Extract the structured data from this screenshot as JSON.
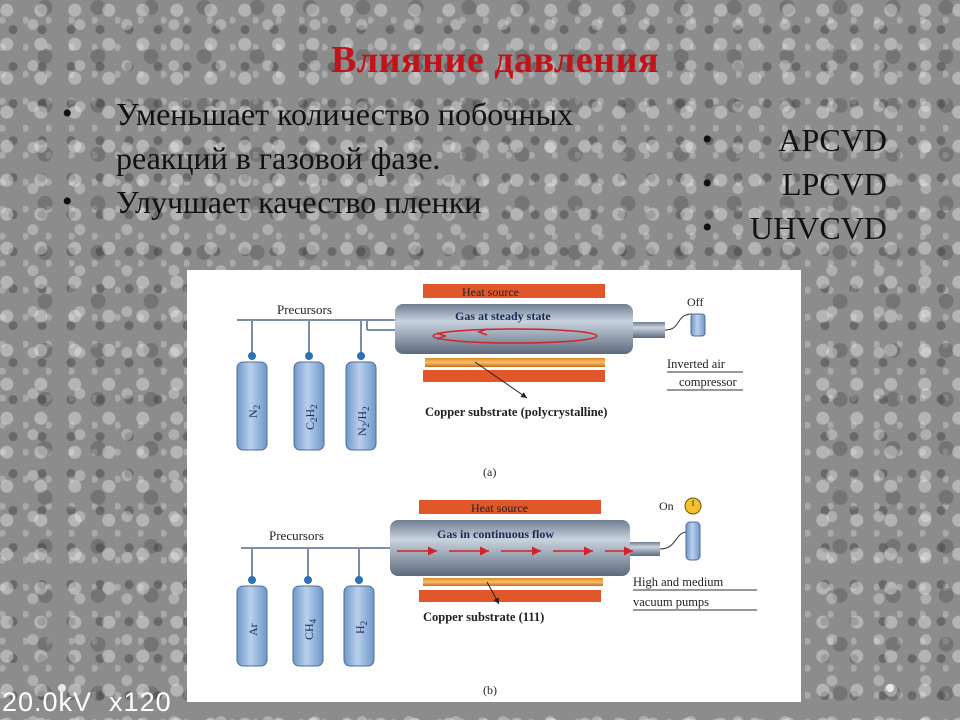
{
  "slide": {
    "title": "Влияние давления",
    "left_bullets": [
      "Уменьшает количество побочных реакций в газовой фазе.",
      "Улучшает качество пленки"
    ],
    "right_bullets": [
      "APCVD",
      "LPCVD",
      "UHVCVD"
    ]
  },
  "figure": {
    "a": {
      "heat_source": "Heat source",
      "gas_label": "Gas at steady state",
      "precursors": "Precursors",
      "switch": "Off",
      "pump_line1": "Inverted air",
      "pump_line2": "compressor",
      "substrate": "Copper substrate (polycrystalline)",
      "caption": "(a)",
      "tanks": [
        {
          "main": "N",
          "sub": "2",
          "main2": "",
          "sub2": ""
        },
        {
          "main": "C",
          "sub": "2",
          "main2": "H",
          "sub2": "2"
        },
        {
          "main": "N",
          "sub": "2",
          "main2": "/H",
          "sub2": "2"
        }
      ]
    },
    "b": {
      "heat_source": "Heat source",
      "gas_label": "Gas in continuous flow",
      "precursors": "Precursors",
      "switch": "On",
      "pump_line1": "High and medium",
      "pump_line2": "vacuum pumps",
      "substrate": "Copper substrate (111)",
      "caption": "(b)",
      "tanks": [
        {
          "main": "Ar",
          "sub": "",
          "main2": "",
          "sub2": ""
        },
        {
          "main": "CH",
          "sub": "4",
          "main2": "",
          "sub2": ""
        },
        {
          "main": "H",
          "sub": "2",
          "main2": "",
          "sub2": ""
        }
      ]
    }
  },
  "sem_overlay": "20.0kV  x120",
  "colors": {
    "title": "#c0141a",
    "heat": "#e2572a",
    "tank": "#8fb2dc",
    "tube": "#9aa8ba",
    "flow": "#d2232a"
  }
}
